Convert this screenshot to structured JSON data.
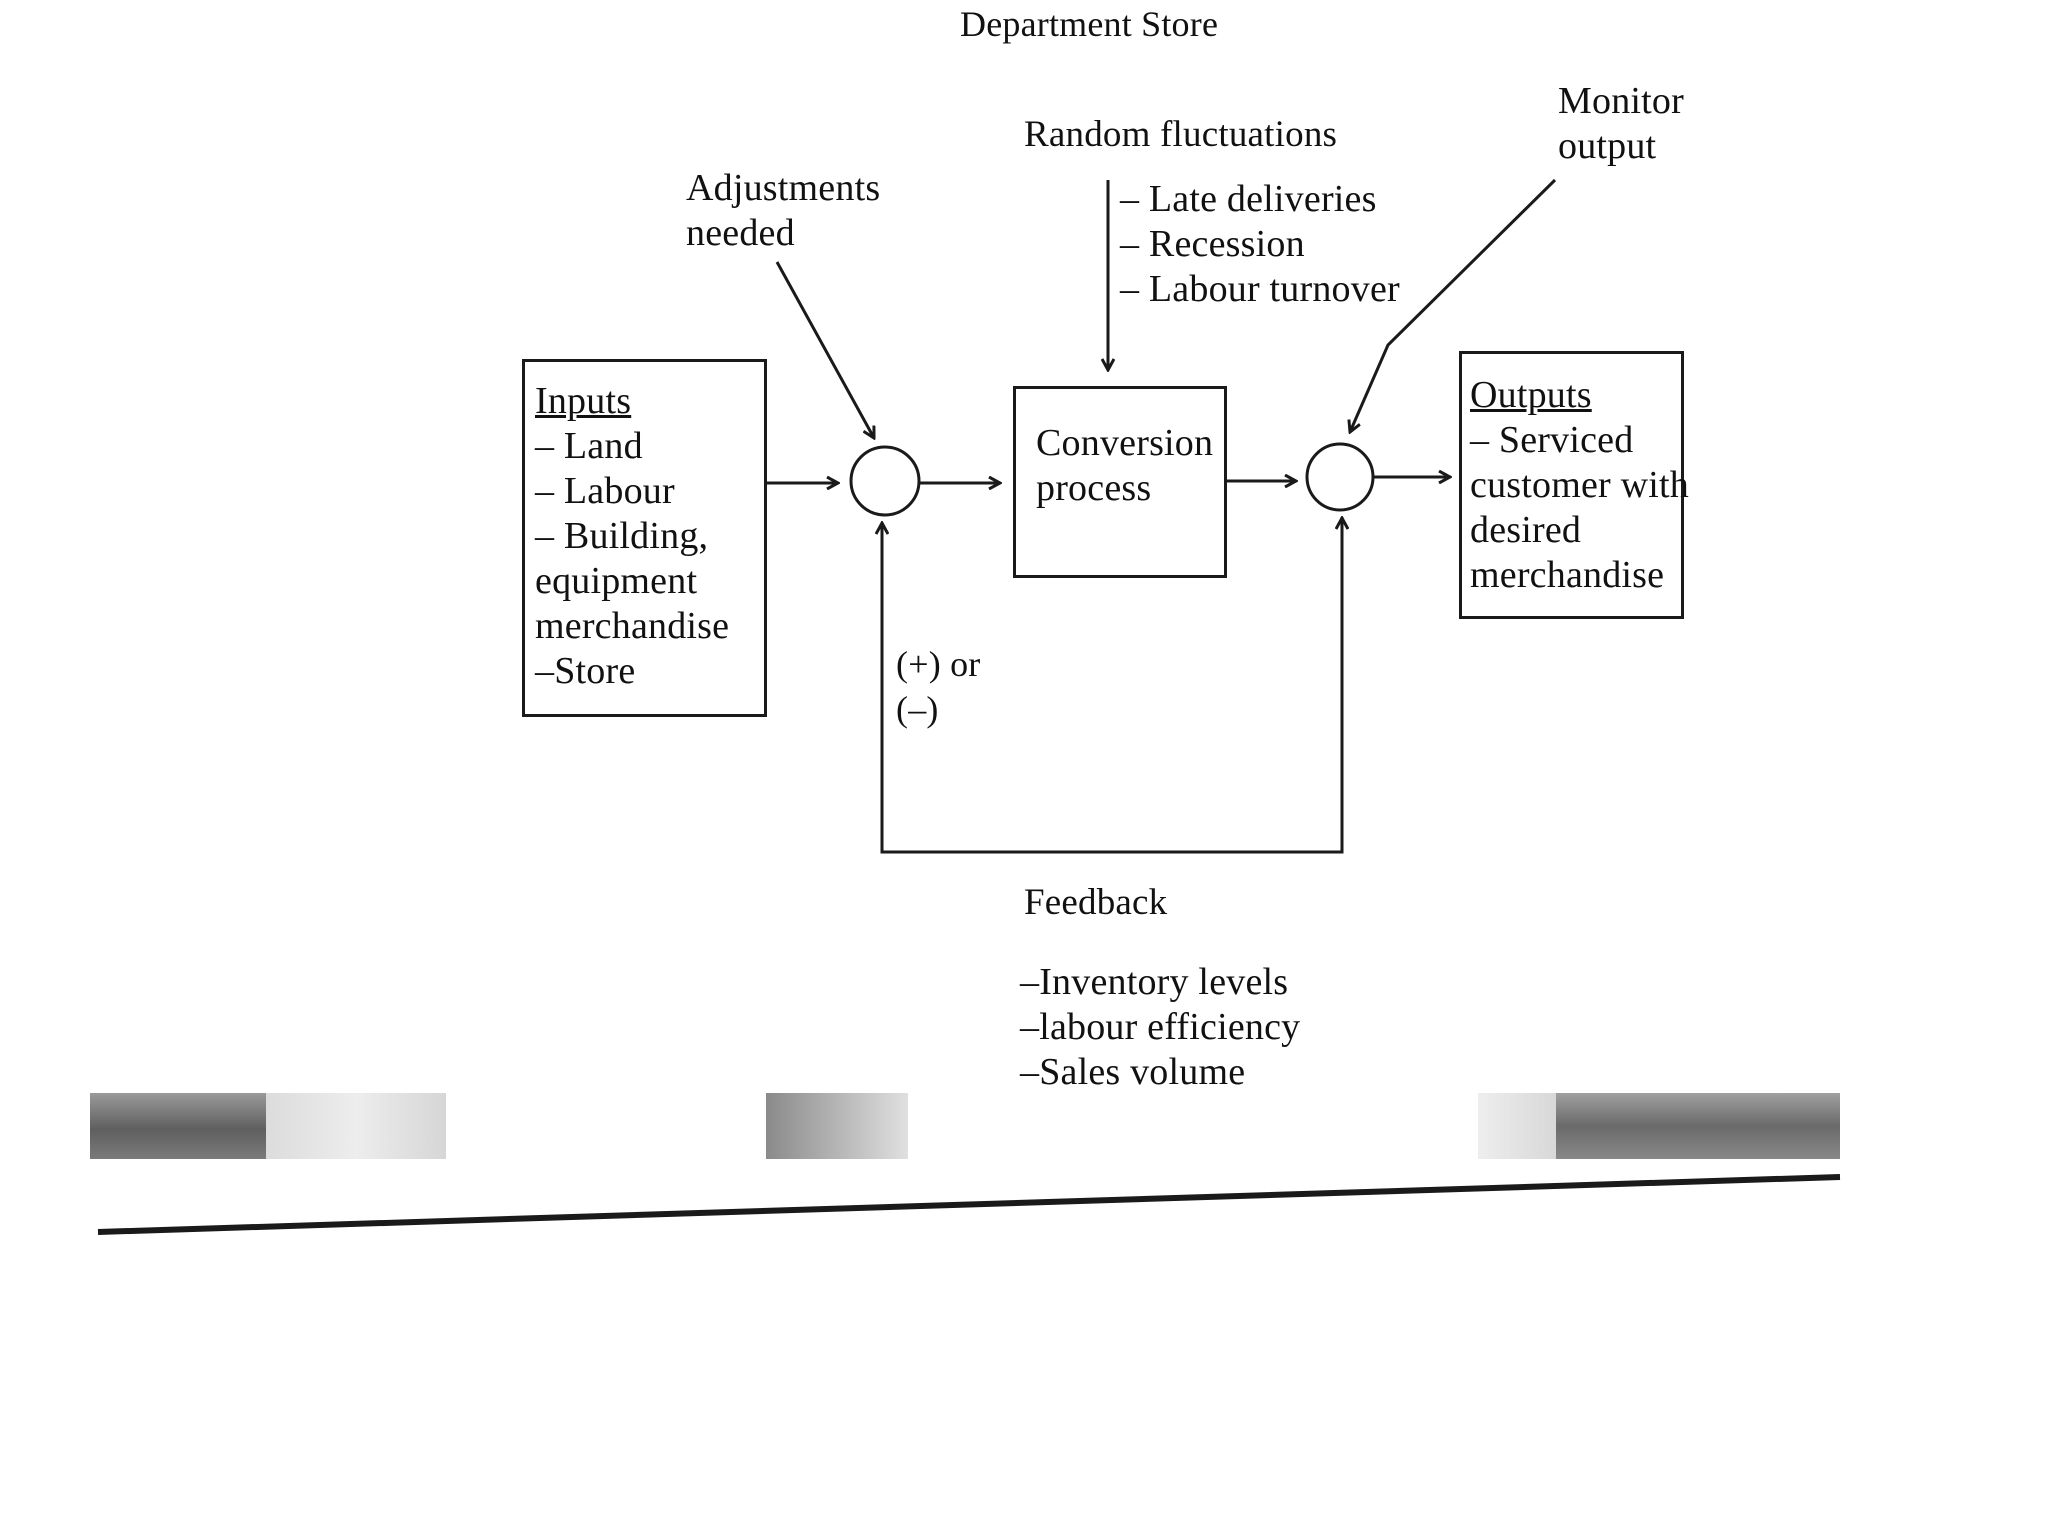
{
  "title": "Department Store",
  "random_fluctuations": {
    "label": "Random fluctuations",
    "items": [
      "– Late deliveries",
      "– Recession",
      "– Labour turnover"
    ]
  },
  "monitor_output": {
    "line1": "Monitor",
    "line2": "output"
  },
  "adjustments_needed": {
    "line1": "Adjustments",
    "line2": "needed"
  },
  "inputs": {
    "heading": "Inputs",
    "lines": [
      "– Land",
      "– Labour",
      "– Building,",
      "equipment",
      "merchandise",
      "–Store"
    ]
  },
  "conversion": {
    "line1": "Conversion",
    "line2": "process"
  },
  "outputs": {
    "heading": "Outputs",
    "lines": [
      "– Serviced",
      "customer with",
      "desired",
      "merchandise"
    ]
  },
  "feedback_sign": {
    "line1": "(+) or",
    "line2": "(–)"
  },
  "feedback": {
    "label": "Feedback",
    "items": [
      "–Inventory levels",
      "–labour efficiency",
      "–Sales volume"
    ]
  },
  "colors": {
    "ink": "#1a1a1a",
    "paper": "#ffffff",
    "scan_gray": "#6f6f6f"
  }
}
